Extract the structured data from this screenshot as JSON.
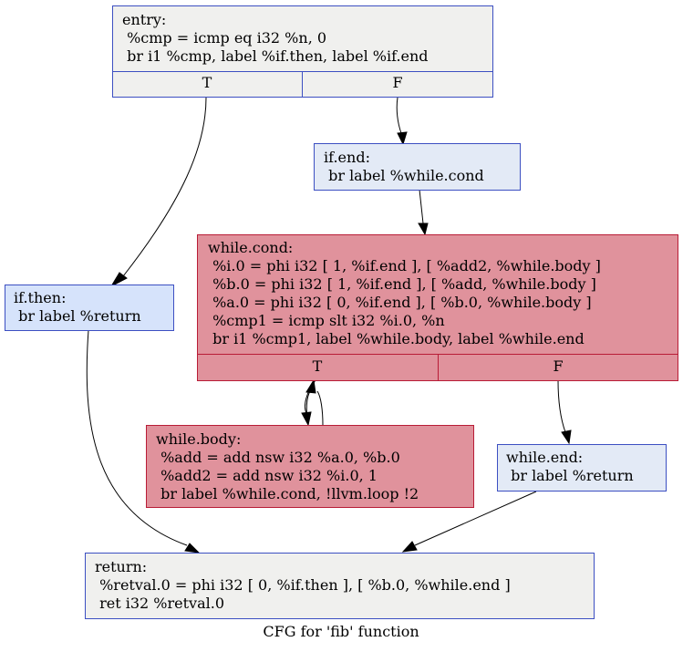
{
  "title": "CFG for 'fib' function",
  "colors": {
    "neutral_fill": "#f0f0ee",
    "light_fill": "#e3eaf6",
    "blue_fill": "#d6e3fb",
    "hot_fill": "#e0929c",
    "blue_border": "#3c4fc2",
    "red_border": "#b81c36"
  },
  "nodes": {
    "entry": {
      "lines": [
        "entry:",
        " %cmp = icmp eq i32 %n, 0",
        " br i1 %cmp, label %if.then, label %if.end"
      ],
      "ports": [
        "T",
        "F"
      ]
    },
    "if_end": {
      "lines": [
        "if.end:",
        " br label %while.cond"
      ]
    },
    "while_cond": {
      "lines": [
        "while.cond:",
        " %i.0 = phi i32 [ 1, %if.end ], [ %add2, %while.body ]",
        " %b.0 = phi i32 [ 1, %if.end ], [ %add, %while.body ]",
        " %a.0 = phi i32 [ 0, %if.end ], [ %b.0, %while.body ]",
        " %cmp1 = icmp slt i32 %i.0, %n",
        " br i1 %cmp1, label %while.body, label %while.end"
      ],
      "ports": [
        "T",
        "F"
      ]
    },
    "if_then": {
      "lines": [
        "if.then:",
        " br label %return"
      ]
    },
    "while_body": {
      "lines": [
        "while.body:",
        " %add = add nsw i32 %a.0, %b.0",
        " %add2 = add nsw i32 %i.0, 1",
        " br label %while.cond, !llvm.loop !2"
      ]
    },
    "while_end": {
      "lines": [
        "while.end:",
        " br label %return"
      ]
    },
    "return": {
      "lines": [
        "return:",
        " %retval.0 = phi i32 [ 0, %if.then ], [ %b.0, %while.end ]",
        " ret i32 %retval.0"
      ]
    }
  }
}
